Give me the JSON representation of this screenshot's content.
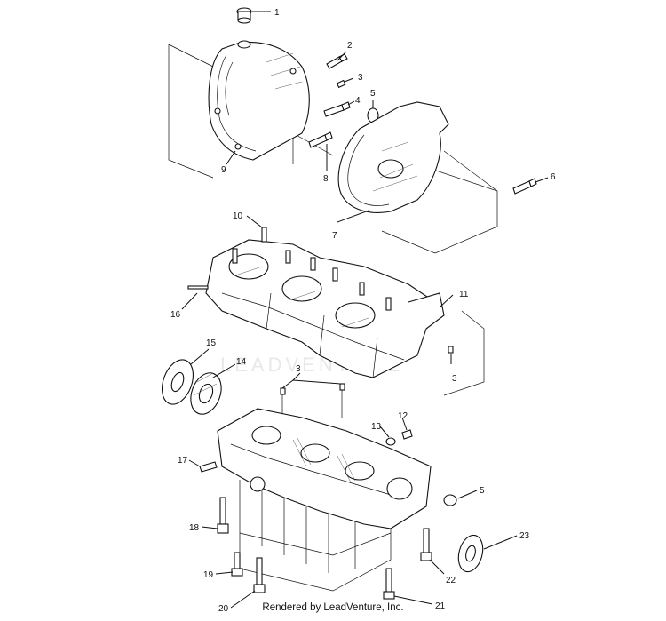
{
  "watermark": "LEADVENTURE",
  "footer": "Rendered by LeadVenture, Inc.",
  "callouts": [
    "1",
    "2",
    "3",
    "4",
    "5",
    "6",
    "7",
    "8",
    "9",
    "10",
    "11",
    "3",
    "16",
    "15",
    "14",
    "3",
    "12",
    "13",
    "17",
    "5",
    "18",
    "23",
    "19",
    "22",
    "20",
    "21"
  ]
}
